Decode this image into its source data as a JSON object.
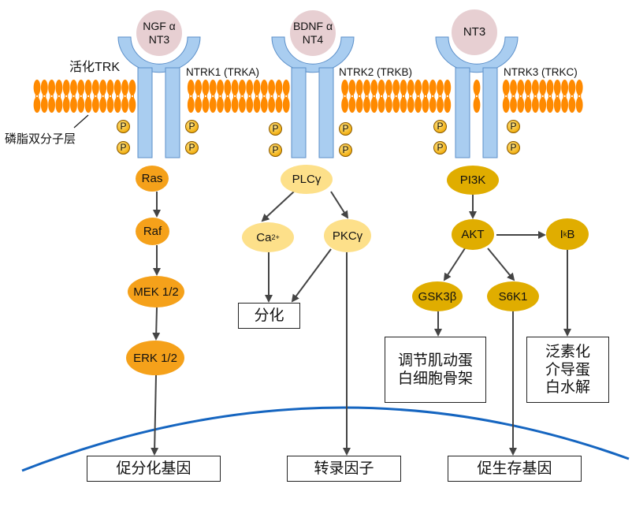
{
  "colors": {
    "membrane": "#ff8a00",
    "receptor": "#a9cdf0",
    "receptor_stroke": "#5b8fc9",
    "ligand": "#e7cfd2",
    "mapk_node": "#f5a11a",
    "plc_node": "#fde08a",
    "pi3k_node": "#e0ad00",
    "arrow": "#444444",
    "nucleus_line": "#1565c0"
  },
  "labels": {
    "activated_trk": "活化TRK",
    "bilayer": "磷脂双分子层"
  },
  "receptors": [
    {
      "name": "NTRK1 (TRKA)",
      "ligand_line1": "NGF α",
      "ligand_line2": "NT3"
    },
    {
      "name": "NTRK2 (TRKB)",
      "ligand_line1": "BDNF α",
      "ligand_line2": "NT4"
    },
    {
      "name": "NTRK3 (TRKC)",
      "ligand_line1": "NT3",
      "ligand_line2": ""
    }
  ],
  "phospho_label": "P",
  "nodes": {
    "ras": "Ras",
    "raf": "Raf",
    "mek": "MEK 1/2",
    "erk": "ERK 1/2",
    "plcg": "PLCγ",
    "ca": "Ca",
    "ca_sup": "2+",
    "pkcg": "PKCγ",
    "pi3k": "PI3K",
    "akt": "AKT",
    "ikb": "I",
    "ikb_sub": "k",
    "ikb_tail": "B",
    "gsk3b": "GSK3β",
    "s6k1": "S6K1"
  },
  "outcomes": {
    "differentiation": "分化",
    "cytoskeleton": "调节肌动蛋\n白细胞骨架",
    "ubiquitin": "泛素化\n介导蛋\n白水解",
    "pro_diff_genes": "促分化基因",
    "transcription_factors": "转录因子",
    "survival_genes": "促生存基因"
  }
}
